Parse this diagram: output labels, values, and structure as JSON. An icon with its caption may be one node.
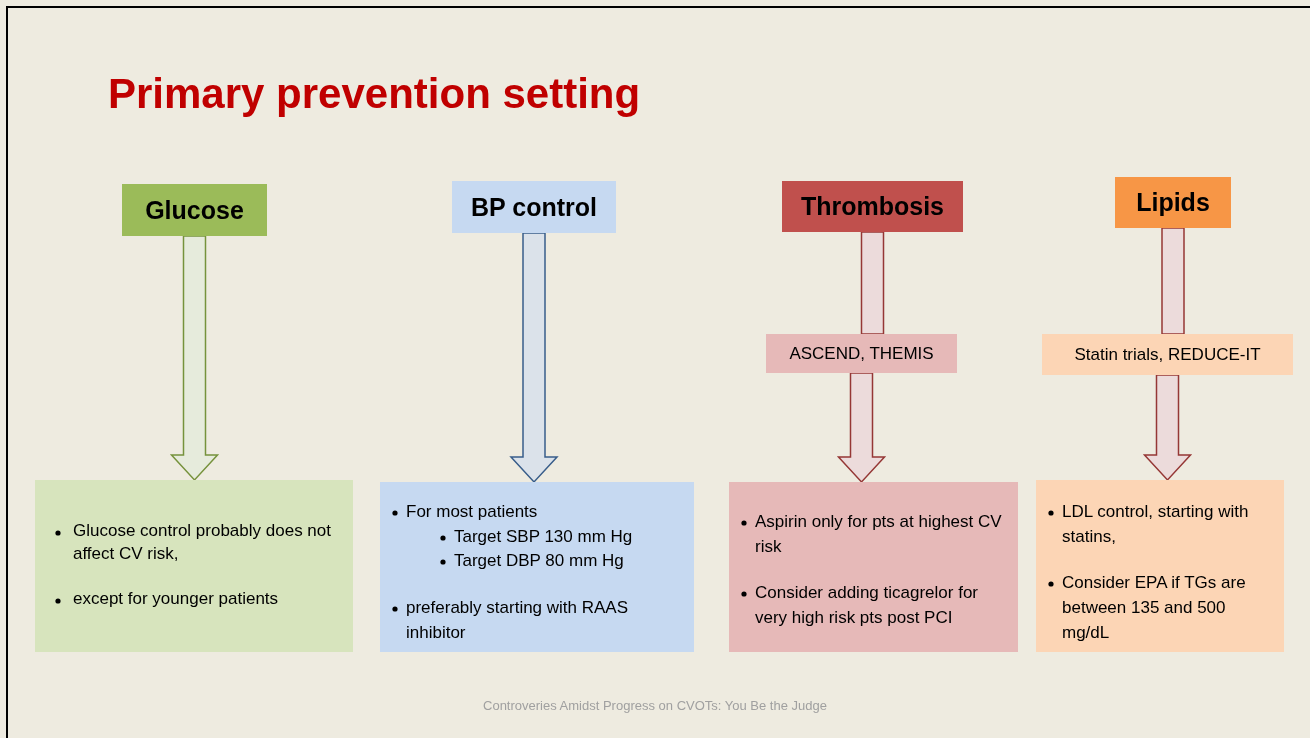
{
  "diagram": {
    "title": "Primary prevention setting",
    "caption": "Controveries Amidst Progress on CVOTs: You Be the Judge",
    "nodes": [
      {
        "text": [
          "Glucose"
        ]
      },
      {
        "text": [
          "BP control"
        ]
      },
      {
        "text": [
          "Thrombosis"
        ]
      },
      {
        "text": [
          "Lipids"
        ]
      },
      {
        "text": [
          "ASCEND, THEMIS"
        ]
      },
      {
        "text": [
          "Statin trials, REDUCE-IT"
        ]
      },
      {
        "text": [
          "Glucose control probably does not affect CV risk,",
          "except for younger patients"
        ]
      },
      {
        "text": [
          "For most patients",
          "Target SBP 130 mm Hg",
          "Target DBP 80 mm Hg",
          "preferably starting with RAAS inhibitor"
        ]
      },
      {
        "text": [
          "Aspirin only for pts at highest CV risk",
          "Consider adding ticagrelor for very high risk pts post PCI"
        ]
      },
      {
        "text": [
          "LDL control, starting with statins,",
          "Consider EPA if TGs are between 135 and 500 mg/dL"
        ]
      }
    ],
    "edges": [
      {
        "from": 0,
        "to": 6,
        "arrow": "to",
        "color": "#76923c"
      },
      {
        "from": 1,
        "to": 7,
        "arrow": "to",
        "color": "#385d8a"
      },
      {
        "from": 2,
        "to": 4,
        "arrow": "none"
      },
      {
        "from": 4,
        "to": 8,
        "arrow": "to"
      },
      {
        "from": 3,
        "to": 5,
        "arrow": "none"
      },
      {
        "from": 5,
        "to": 9,
        "arrow": "to"
      }
    ]
  }
}
